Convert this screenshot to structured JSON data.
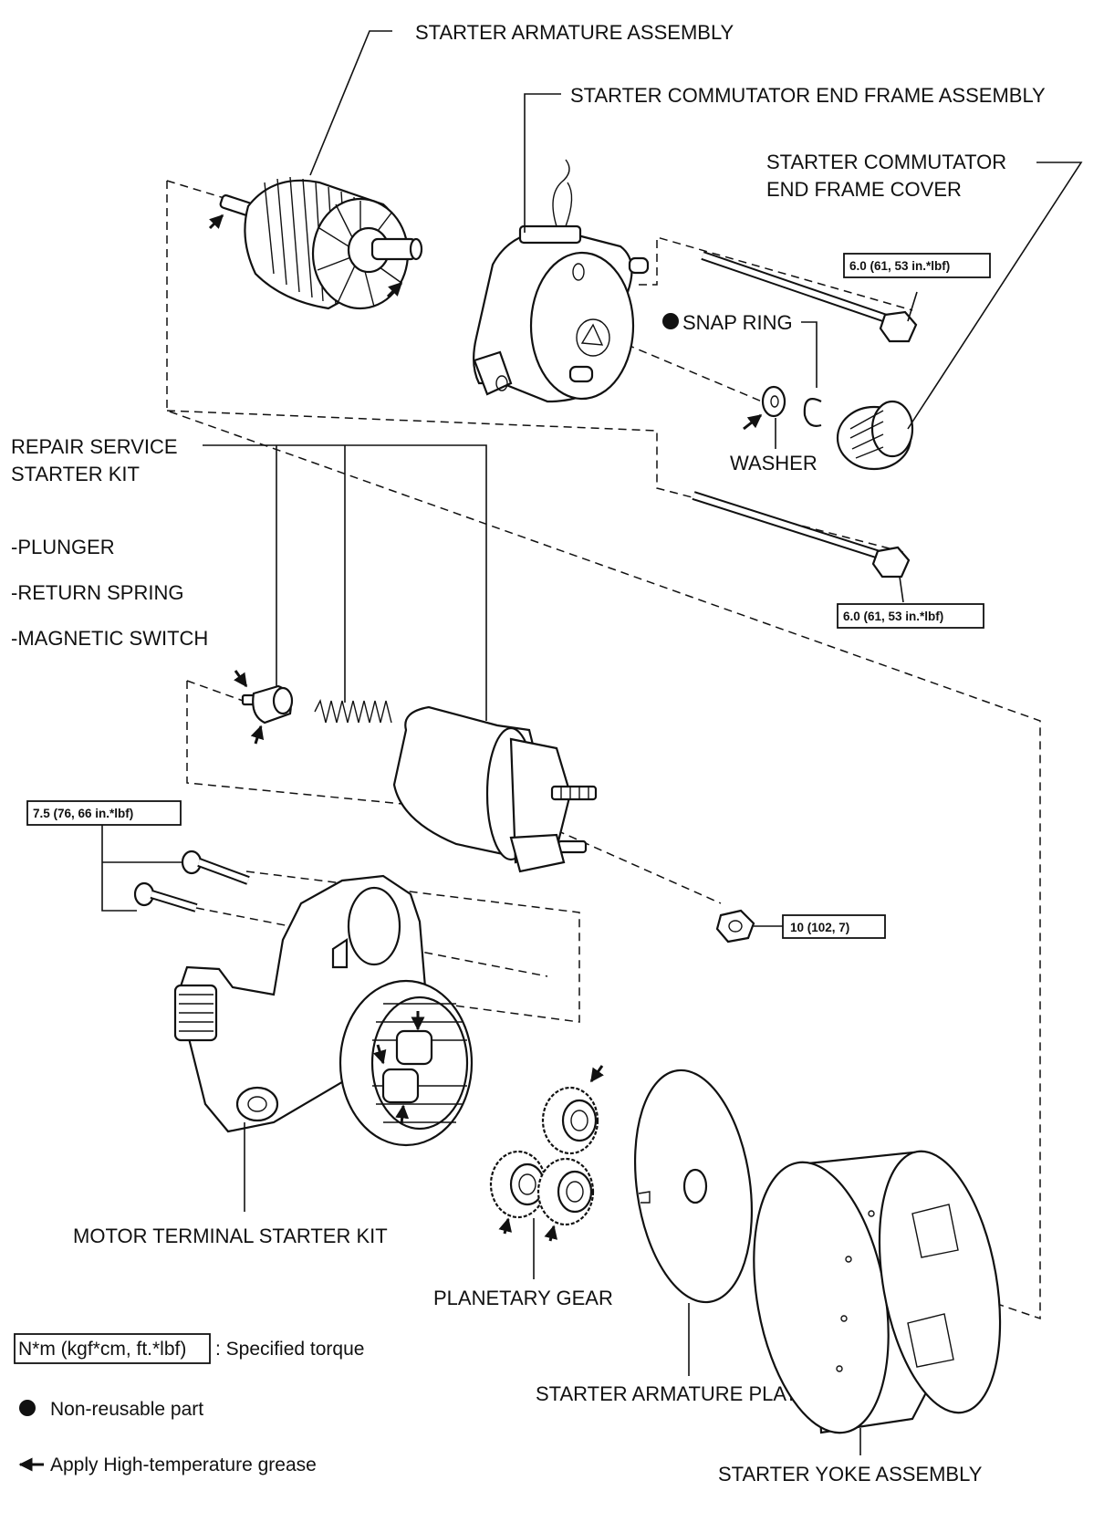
{
  "labels": {
    "armature_assembly": "STARTER ARMATURE ASSEMBLY",
    "commutator_end_frame_assembly": "STARTER COMMUTATOR END FRAME ASSEMBLY",
    "commutator_end_frame_cover_line1": "STARTER COMMUTATOR",
    "commutator_end_frame_cover_line2": "END FRAME COVER",
    "snap_ring": "SNAP RING",
    "washer": "WASHER",
    "repair_kit_line1": "REPAIR SERVICE",
    "repair_kit_line2": "STARTER KIT",
    "plunger": "-PLUNGER",
    "return_spring": "-RETURN SPRING",
    "magnetic_switch": "-MAGNETIC SWITCH",
    "motor_terminal_kit": "MOTOR TERMINAL STARTER KIT",
    "planetary_gear": "PLANETARY GEAR",
    "armature_plate": "STARTER ARMATURE PLATE",
    "yoke_assembly": "STARTER YOKE ASSEMBLY"
  },
  "torques": {
    "bolt_upper": "6.0 (61, 53 in.*lbf)",
    "bolt_lower": "6.0 (61, 53 in.*lbf)",
    "housing_bolts": "7.5 (76, 66 in.*lbf)",
    "terminal_nut": "10 (102, 7)"
  },
  "legend": {
    "torque_box": "N*m (kgf*cm, ft.*lbf)",
    "torque_desc": ": Specified torque",
    "non_reusable": "Non-reusable part",
    "grease": "Apply High-temperature grease"
  }
}
